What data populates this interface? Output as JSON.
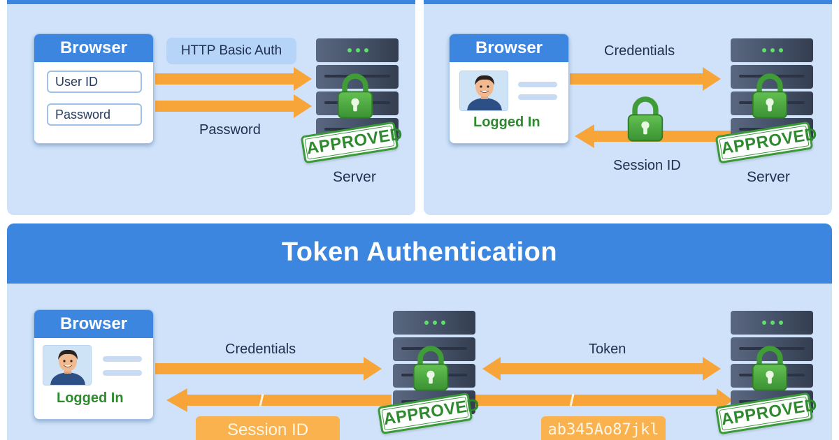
{
  "panel_basic": {
    "browser": {
      "title": "Browser",
      "user_id_field": "User ID",
      "password_field": "Password"
    },
    "method_label": "HTTP Basic Auth",
    "arrow_label": "Password",
    "server_label": "Server",
    "stamp": "APPROVED"
  },
  "panel_session": {
    "browser": {
      "title": "Browser",
      "status": "Logged In"
    },
    "request_label": "Credentials",
    "response_label": "Session ID",
    "server_label": "Server",
    "stamp": "APPROVED"
  },
  "panel_token": {
    "title": "Token Authentication",
    "browser": {
      "title": "Browser",
      "status": "Logged In"
    },
    "request_label": "Credentials",
    "session_tag": "Session ID",
    "token_label": "Token",
    "token_value": "ab345Ao87jkl",
    "stamp_left": "APPROVED",
    "stamp_right": "APPROVED"
  },
  "colors": {
    "panel_bg": "#cfe2f9",
    "header_blue": "#3c86df",
    "arrow_orange": "#f7a439",
    "lock_green": "#46a83c",
    "server_dark": "#3f4a5c",
    "approved_green": "#2f8a2f"
  },
  "icons": [
    "server-icon",
    "padlock-icon",
    "avatar-icon",
    "arrow-right-icon",
    "arrow-left-icon"
  ]
}
